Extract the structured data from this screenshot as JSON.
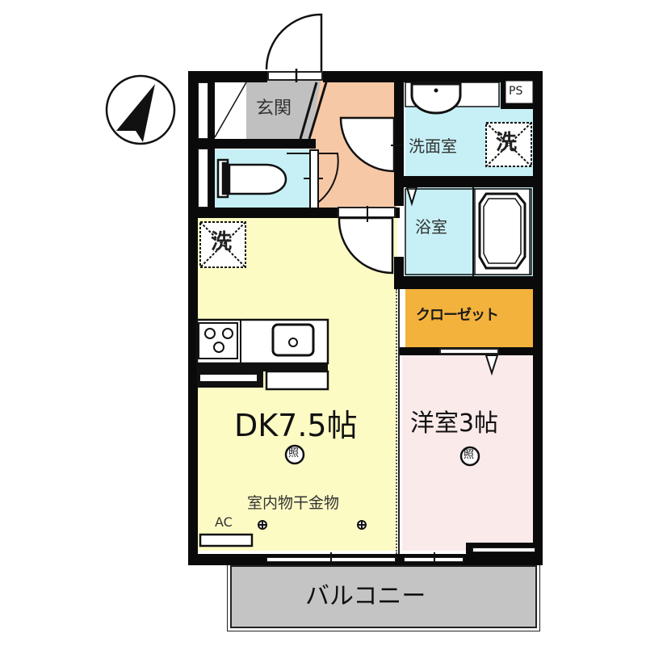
{
  "plan": {
    "colors": {
      "wall": "#0a0a0a",
      "entrance": "#c0c0c0",
      "hall": "#f7c8a6",
      "wet": "#c6f0f6",
      "dk": "#fdfbc4",
      "western": "#fbeaea",
      "closet": "#f3b23c",
      "balcony": "#c4c4c4"
    },
    "rooms": {
      "entrance": "玄関",
      "washroom": "洗面室",
      "bath": "浴室",
      "closet": "クローゼット",
      "dk": "DK7.5帖",
      "western": "洋室3帖",
      "balcony": "バルコニー"
    },
    "labels": {
      "ps": "PS",
      "washer_washroom": "洗",
      "washer_dk": "洗",
      "light_dk": "照",
      "light_western": "照",
      "drying_rack": "室内物干金物",
      "ac": "AC"
    },
    "icons": {
      "compass": "north-arrow",
      "toilet": "toilet",
      "stove": "three-burner-stove",
      "sink": "kitchen-sink",
      "bathtub": "bathtub",
      "wash_basin": "wash-basin"
    }
  }
}
